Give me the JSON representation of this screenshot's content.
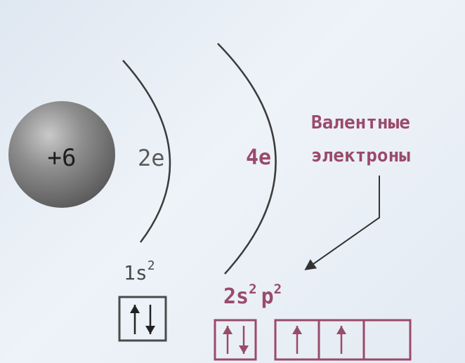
{
  "nucleus": {
    "charge": "+6"
  },
  "shell1": {
    "electrons": "2e",
    "orbital": "1s",
    "orbital_sup": "2"
  },
  "shell2": {
    "electrons": "4e",
    "orbital_s": "2s",
    "orbital_s_sup": "2",
    "orbital_p": "p",
    "orbital_p_sup": "2"
  },
  "label": {
    "line1": "Валентные",
    "line2": "электроны"
  },
  "colors": {
    "nucleus": "#777777",
    "shell_stroke": "#3c3c3c",
    "gray_text": "#5a5a5a",
    "accent": "#9a4a6a",
    "arrow": "#333333"
  },
  "icons": [
    "spin-up-icon",
    "spin-down-icon"
  ]
}
